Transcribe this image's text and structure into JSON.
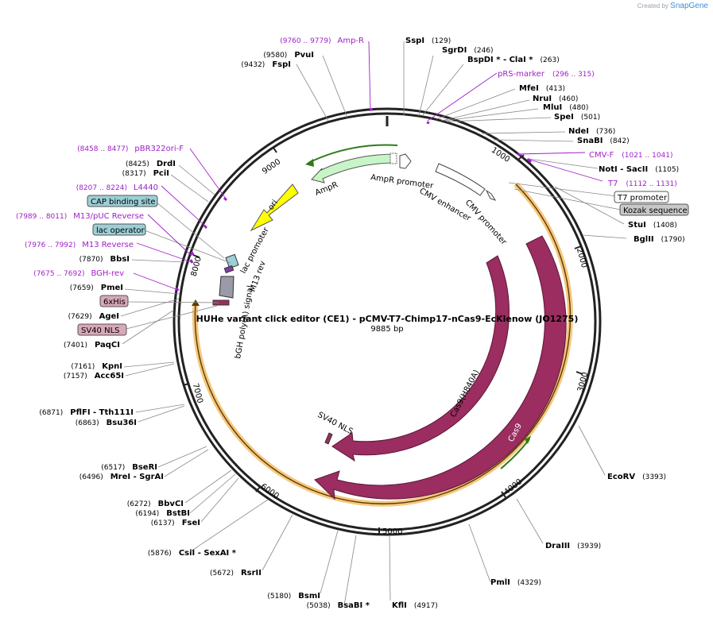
{
  "credit": {
    "prefix": "Created by",
    "brand": "SnapGene"
  },
  "plasmid": {
    "title": "HUHe variant click editor (CE1) - pCMV-T7-Chimp17-nCas9-EcKlenow (JO1275)",
    "length_label": "9885 bp",
    "length": 9885
  },
  "ticks": [
    "1000",
    "2000",
    "3000",
    "4000",
    "5000",
    "6000",
    "7000",
    "8000",
    "9000"
  ],
  "sites_right": [
    {
      "name": "SspI",
      "pos": "(129)"
    },
    {
      "name": "SgrDI",
      "pos": "(246)"
    },
    {
      "name": "BspDI * - ClaI *",
      "pos": "(263)"
    },
    {
      "name": "MfeI",
      "pos": "(413)"
    },
    {
      "name": "NruI",
      "pos": "(460)"
    },
    {
      "name": "MluI",
      "pos": "(480)"
    },
    {
      "name": "SpeI",
      "pos": "(501)"
    },
    {
      "name": "NdeI",
      "pos": "(736)"
    },
    {
      "name": "SnaBI",
      "pos": "(842)"
    },
    {
      "name": "NotI - SacII",
      "pos": "(1105)"
    },
    {
      "name": "StuI",
      "pos": "(1408)"
    },
    {
      "name": "BglII",
      "pos": "(1790)"
    },
    {
      "name": "EcoRV",
      "pos": "(3393)"
    },
    {
      "name": "DraIII",
      "pos": "(3939)"
    },
    {
      "name": "PmlI",
      "pos": "(4329)"
    },
    {
      "name": "KflI",
      "pos": "(4917)"
    }
  ],
  "sites_left": [
    {
      "name": "PvuI",
      "pos": "(9580)"
    },
    {
      "name": "FspI",
      "pos": "(9432)"
    },
    {
      "name": "DrdI",
      "pos": "(8425)"
    },
    {
      "name": "PciI",
      "pos": "(8317)"
    },
    {
      "name": "BbsI",
      "pos": "(7870)"
    },
    {
      "name": "PmeI",
      "pos": "(7659)"
    },
    {
      "name": "AgeI",
      "pos": "(7629)"
    },
    {
      "name": "PaqCI",
      "pos": "(7401)"
    },
    {
      "name": "KpnI",
      "pos": "(7161)"
    },
    {
      "name": "Acc65I",
      "pos": "(7157)"
    },
    {
      "name": "PflFI - Tth111I",
      "pos": "(6871)"
    },
    {
      "name": "Bsu36I",
      "pos": "(6863)"
    },
    {
      "name": "BseRI",
      "pos": "(6517)"
    },
    {
      "name": "MreI - SgrAI",
      "pos": "(6496)"
    },
    {
      "name": "BbvCI",
      "pos": "(6272)"
    },
    {
      "name": "BstBI",
      "pos": "(6194)"
    },
    {
      "name": "FseI",
      "pos": "(6137)"
    },
    {
      "name": "CsiI - SexAI *",
      "pos": "(5876)"
    },
    {
      "name": "RsrII",
      "pos": "(5672)"
    },
    {
      "name": "BsmI",
      "pos": "(5180)"
    },
    {
      "name": "BsaBI *",
      "pos": "(5038)"
    }
  ],
  "primers": [
    {
      "name": "Amp-R",
      "pos": "(9760 .. 9779)"
    },
    {
      "name": "pRS-marker",
      "pos": "(296 .. 315)"
    },
    {
      "name": "CMV-F",
      "pos": "(1021 .. 1041)"
    },
    {
      "name": "T7",
      "pos": "(1112 .. 1131)"
    },
    {
      "name": "pBR322ori-F",
      "pos": "(8458 .. 8477)"
    },
    {
      "name": "L4440",
      "pos": "(8207 .. 8224)"
    },
    {
      "name": "M13/pUC Reverse",
      "pos": "(7989 .. 8011)"
    },
    {
      "name": "M13 Reverse",
      "pos": "(7976 .. 7992)"
    },
    {
      "name": "BGH-rev",
      "pos": "(7675 .. 7692)"
    }
  ],
  "boxed": [
    {
      "name": "T7 promoter",
      "color": "#ffffff"
    },
    {
      "name": "Kozak sequence",
      "color": "#c8c8c8"
    },
    {
      "name": "CAP binding site",
      "color": "#9ccfd6"
    },
    {
      "name": "lac operator",
      "color": "#9ccfd6"
    },
    {
      "name": "6xHis",
      "color": "#d8a8b8"
    },
    {
      "name": "SV40 NLS",
      "color": "#d8a8b8"
    }
  ],
  "features": {
    "ampr": "AmpR",
    "ampr_promoter": "AmpR promoter",
    "cmv_enhancer": "CMV enhancer",
    "cmv_promoter": "CMV promoter",
    "ori": "ori",
    "lac_promoter": "lac promoter",
    "m13_rev": "M13 rev",
    "bgh": "bGH poly(A) signal",
    "cas9": "Cas9",
    "cas9_mut": "Cas9(H840A)",
    "sv40": "SV40 NLS"
  },
  "colors": {
    "backbone": "#222222",
    "primer": "#a020c8",
    "cas9": "#9b2d60",
    "ampr": "#c8f5c8",
    "ori": "#ffff00",
    "orf": "#f5c77e"
  }
}
